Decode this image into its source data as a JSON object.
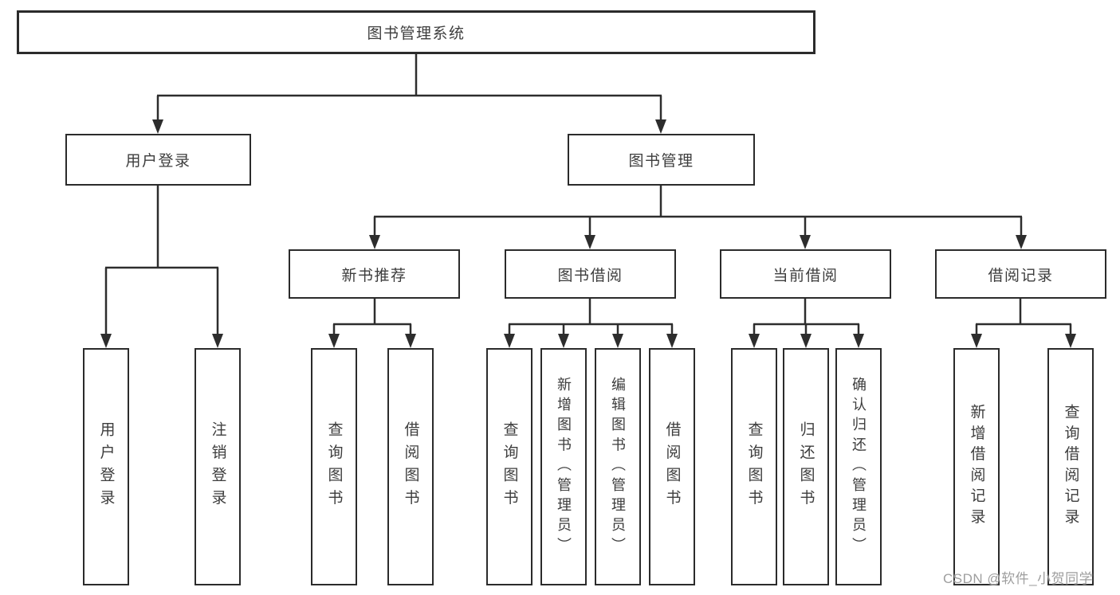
{
  "page": {
    "background": "#ffffff",
    "line_color": "#2d2d2d",
    "border_color": "#2b2b2b",
    "text_color": "#3d3d3d",
    "watermark_color": "#9e9e9e"
  },
  "watermark": "CSDN @软件_小贺同学",
  "tree": {
    "root": "图书管理系统",
    "branches": [
      {
        "label": "用户登录",
        "children": [
          "用户登录",
          "注销登录"
        ]
      },
      {
        "label": "图书管理",
        "groups": [
          {
            "label": "新书推荐",
            "children": [
              "查询图书",
              "借阅图书"
            ]
          },
          {
            "label": "图书借阅",
            "children": [
              "查询图书",
              "新增图书（管理员）",
              "编辑图书（管理员）",
              "借阅图书"
            ]
          },
          {
            "label": "当前借阅",
            "children": [
              "查询图书",
              "归还图书",
              "确认归还（管理员）"
            ]
          },
          {
            "label": "借阅记录",
            "children": [
              "新增借阅记录",
              "查询借阅记录"
            ]
          }
        ]
      }
    ]
  }
}
